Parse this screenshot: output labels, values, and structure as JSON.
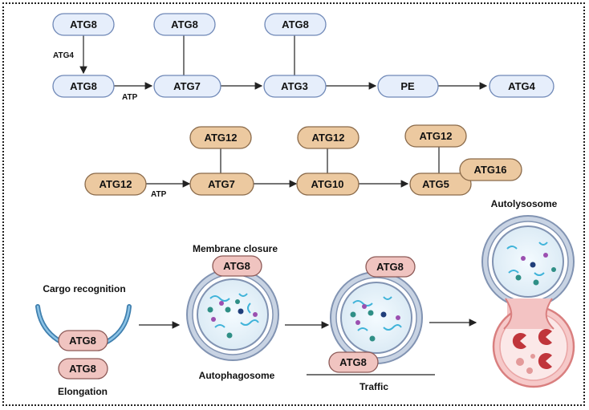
{
  "lc3_pathway": {
    "atg8_top_1": "ATG8",
    "atg4_label": "ATG4",
    "atg8_main": "ATG8",
    "atp_label": "ATP",
    "atg8_top_2": "ATG8",
    "atg7": "ATG7",
    "atg8_top_3": "ATG8",
    "atg3": "ATG3",
    "pe": "PE",
    "atg4_end": "ATG4"
  },
  "atg12_pathway": {
    "atg12_start": "ATG12",
    "atp_label": "ATP",
    "atg12_over_atg7": "ATG12",
    "atg7": "ATG7",
    "atg12_over_atg10": "ATG12",
    "atg10": "ATG10",
    "atg12_over_atg5": "ATG12",
    "atg5": "ATG5",
    "atg16": "ATG16"
  },
  "autophagy": {
    "cargo_recognition": "Cargo recognition",
    "atg8_on_phagophore": "ATG8",
    "atg8_below": "ATG8",
    "elongation": "Elongation",
    "membrane_closure": "Membrane closure",
    "atg8_on_closure": "ATG8",
    "autophagosome": "Autophagosome",
    "atg8_on_vesicle_top": "ATG8",
    "atg8_on_vesicle_bottom": "ATG8",
    "traffic": "Traffic",
    "autolysosome": "Autolysosome"
  },
  "colors": {
    "blue_pill": "#e6eefb",
    "tan_pill": "#ecc9a0",
    "pink_pill": "#f0c4c0",
    "membrane": "#9fb0c9",
    "lysosome": "#f3b8b8"
  }
}
